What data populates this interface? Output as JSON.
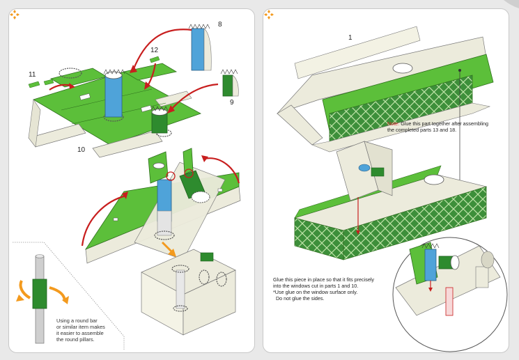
{
  "left": {
    "part_labels": [
      "8",
      "9",
      "10",
      "11",
      "12"
    ],
    "tip_lines": [
      "Using a round bar",
      "or similar item makes",
      "it easier to assemble",
      "the round pillars."
    ]
  },
  "right": {
    "part_label": "1",
    "note_prefix": "Note:",
    "note_line1": "Glue this part together after assembling",
    "note_line2": "the completed parts 13 and 18.",
    "glue_lines": [
      "Glue this piece in place so that it fits precisely",
      "into the windows cut in parts 1 and 10.",
      "*Use glue on the window surface only.",
      "  Do not glue the sides."
    ]
  },
  "colors": {
    "green": "#5cbf3a",
    "dark_green": "#2e8b2e",
    "blue": "#4fa3d9",
    "beige": "#ecebdc",
    "arrow_red": "#c81e1e",
    "arrow_orange": "#f39a1e",
    "note_red": "#d8262b"
  },
  "icons": [
    "logo-diamond-icon",
    "curved-arrow-icon",
    "rotate-arrows-icon",
    "down-arrow-icon"
  ]
}
